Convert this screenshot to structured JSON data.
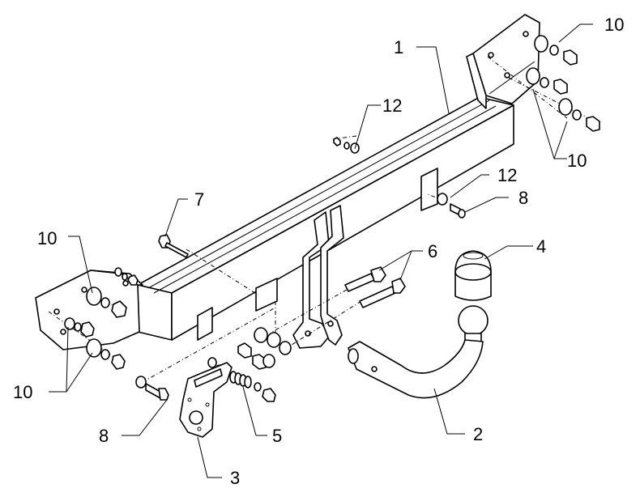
{
  "callouts": {
    "c1": "1",
    "c2": "2",
    "c3": "3",
    "c4": "4",
    "c5": "5",
    "c6": "6",
    "c7": "7",
    "c8_left": "8",
    "c8_right": "8",
    "c10_top_right": "10",
    "c10_mid_right": "10",
    "c10_left_top": "10",
    "c10_left_bottom": "10",
    "c12_top": "12",
    "c12_right": "12"
  }
}
